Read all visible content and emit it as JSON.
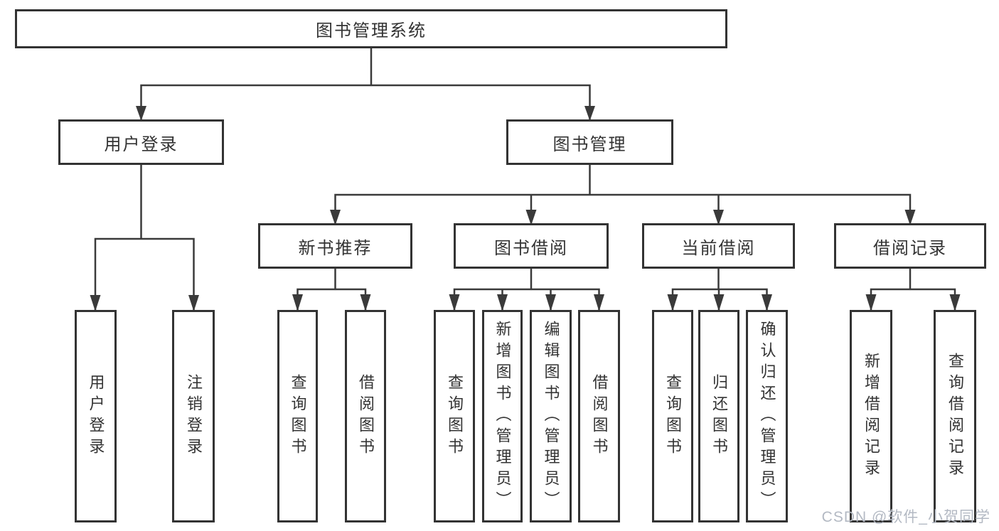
{
  "nodes": {
    "root": "图书管理系统",
    "login": "用户登录",
    "mgmt": "图书管理",
    "recommend": "新书推荐",
    "borrow": "图书借阅",
    "current": "当前借阅",
    "records": "借阅记录",
    "login_user": "用户登录",
    "login_logout": "注销登录",
    "rec_query": "查询图书",
    "rec_borrow": "借阅图书",
    "bor_query": "查询图书",
    "bor_add": "新增图书（管理员）",
    "bor_edit": "编辑图书（管理员）",
    "bor_borrow": "借阅图书",
    "cur_query": "查询图书",
    "cur_return": "归还图书",
    "cur_confirm": "确认归还（管理员）",
    "rec2_add": "新增借阅记录",
    "rec2_query": "查询借阅记录"
  },
  "watermark": "CSDN @软件_小贺同学",
  "colors": {
    "line": "#3a3a3a",
    "box_border": "#333333",
    "text": "#333333",
    "watermark": "#b3b9c3",
    "background": "#ffffff"
  }
}
